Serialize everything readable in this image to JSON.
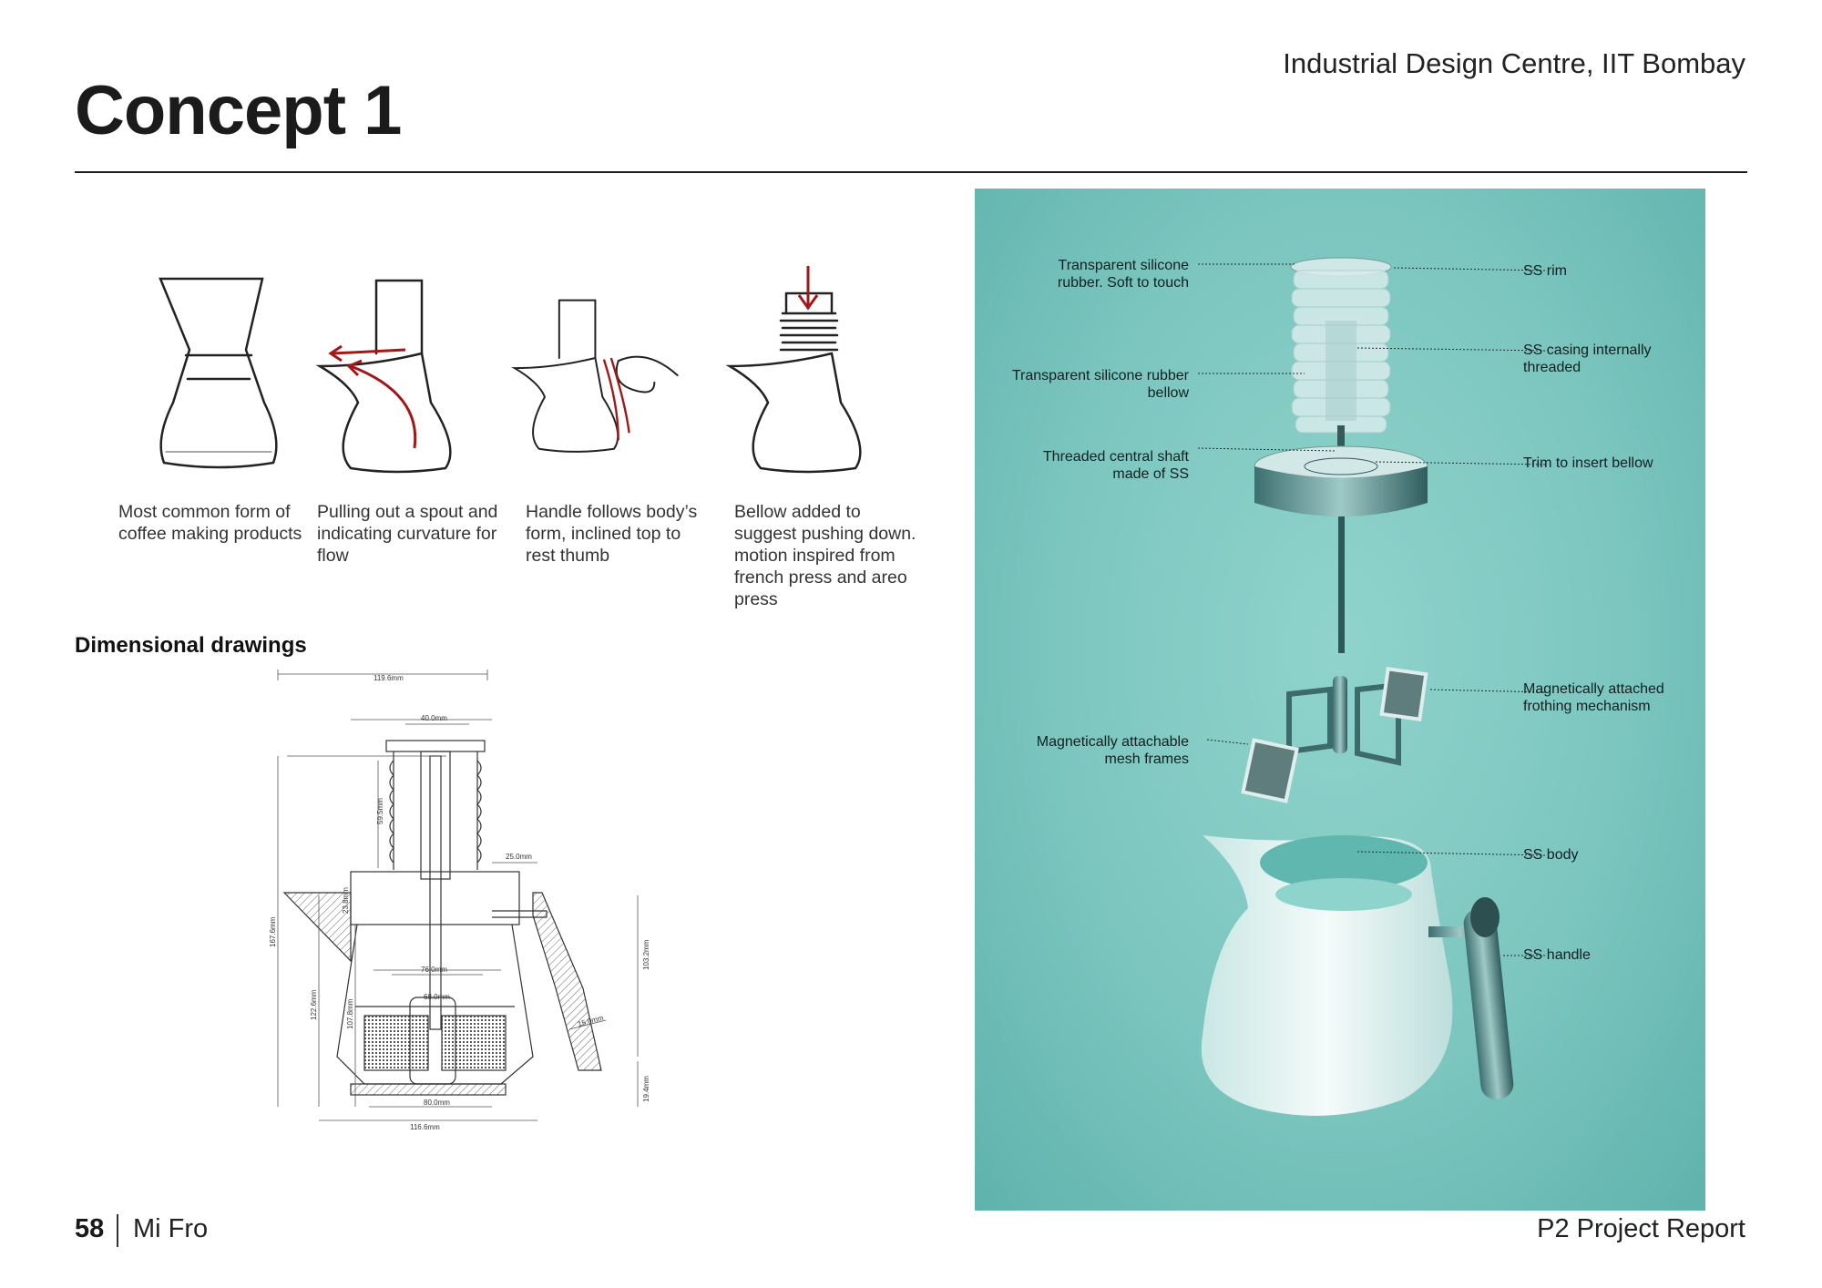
{
  "header": {
    "org": "Industrial Design Centre, IIT Bombay",
    "title": "Concept 1"
  },
  "sketches": [
    {
      "caption": "Most common form of coffee making products"
    },
    {
      "caption": "Pulling out a spout and indicating curvature for flow"
    },
    {
      "caption": "Handle follows body’s form, inclined top to rest thumb"
    },
    {
      "caption": "Bellow added to suggest pushing down. motion inspired from french press and areo press"
    }
  ],
  "dimensional": {
    "heading": "Dimensional drawings",
    "dims": {
      "d1": "119.6mm",
      "d2": "40.0mm",
      "d3": "59.5mm",
      "d4": "25.0mm",
      "d5": "23.8mm",
      "d6": "167.6mm",
      "d7": "122.6mm",
      "d8": "107.8mm",
      "d9": "76.0mm",
      "d10": "68.0mm",
      "d11": "103.2mm",
      "d12": "15.0mm",
      "d13": "19.4mm",
      "d14": "80.0mm",
      "d15": "116.6mm"
    }
  },
  "render": {
    "bg_color": "#7cc8c1",
    "labels_left": [
      "Transparent silicone rubber. Soft to touch",
      "Transparent silicone rubber bellow",
      "Threaded central shaft made of SS",
      "Magnetically attachable mesh frames"
    ],
    "labels_right": [
      "SS rim",
      "SS casing internally threaded",
      "Trim to insert bellow",
      "Magnetically attached frothing mechanism",
      "SS body",
      "SS handle"
    ]
  },
  "footer": {
    "page_number": "58",
    "project": "Mi Fro",
    "report": "P2 Project Report"
  }
}
